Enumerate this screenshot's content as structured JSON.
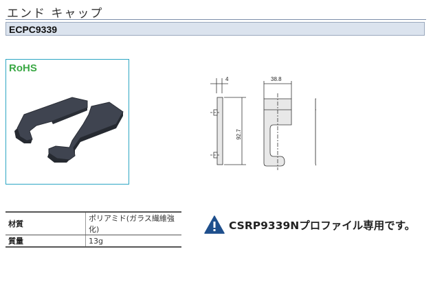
{
  "header": {
    "title": "エンド キャップ",
    "product_code": "ECPC9339"
  },
  "badge": {
    "rohs": "RoHS",
    "color": "#3aa844"
  },
  "dimensions": {
    "thickness": "4",
    "width": "38.8",
    "height": "92.7"
  },
  "specs": [
    {
      "label": "材質",
      "value": "ポリアミド(ガラス繊維強化)"
    },
    {
      "label": "質量",
      "value": "13g"
    }
  ],
  "note": {
    "icon": "warning-icon",
    "text": "CSRP9339Nプロファイル専用です。",
    "icon_color": "#1e4f8c"
  }
}
